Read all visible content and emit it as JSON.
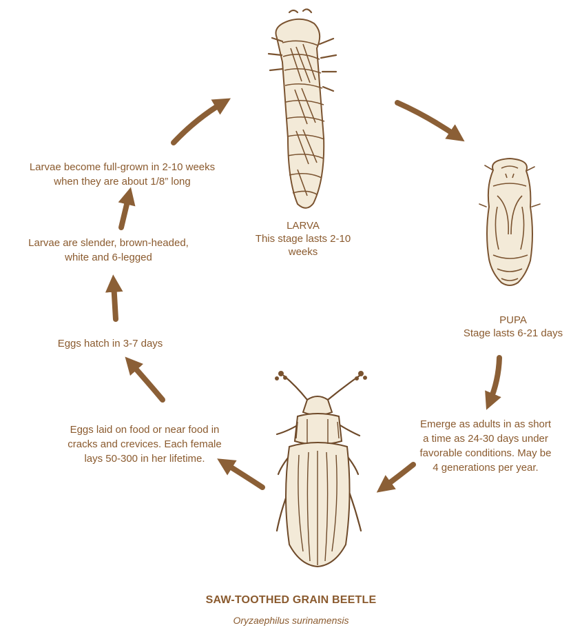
{
  "colors": {
    "ink": "#8a5a2e",
    "arrow": "#8b5f36",
    "fill": "#f3ead8"
  },
  "stages": {
    "larva": {
      "name": "LARVA",
      "duration": "This stage lasts 2-10\nweeks",
      "icon": "larva-illustration"
    },
    "pupa": {
      "name": "PUPA",
      "duration": "Stage lasts 6-21 days",
      "icon": "pupa-illustration"
    },
    "adult": {
      "name": "SAW-TOOTHED GRAIN BEETLE",
      "scientific_name": "Oryzaephilus surinamensis",
      "icon": "beetle-illustration"
    }
  },
  "notes": {
    "full_grown": "Larvae become full-grown in 2-10 weeks\nwhen they are about 1/8” long",
    "larvae_desc": "Larvae are slender, brown-headed,\nwhite and 6-legged",
    "eggs_hatch": "Eggs hatch in 3-7 days",
    "eggs_laid": "Eggs laid on food or near food in\ncracks and crevices. Each female\nlays 50-300 in her lifetime.",
    "emerge": "Emerge as adults in as short\na time as 24-30 days under\nfavorable conditions. May be\n4 generations per year."
  }
}
